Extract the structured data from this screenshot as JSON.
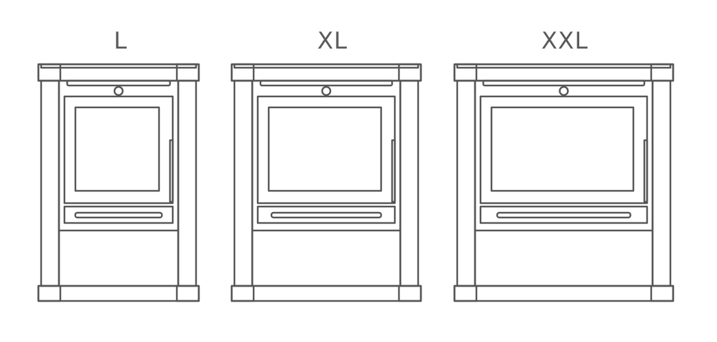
{
  "stroke_color": "#555555",
  "label_color": "#5a5a5a",
  "stoves": [
    {
      "id": "l",
      "label": "L"
    },
    {
      "id": "xl",
      "label": "XL"
    },
    {
      "id": "xxl",
      "label": "XXL"
    }
  ]
}
